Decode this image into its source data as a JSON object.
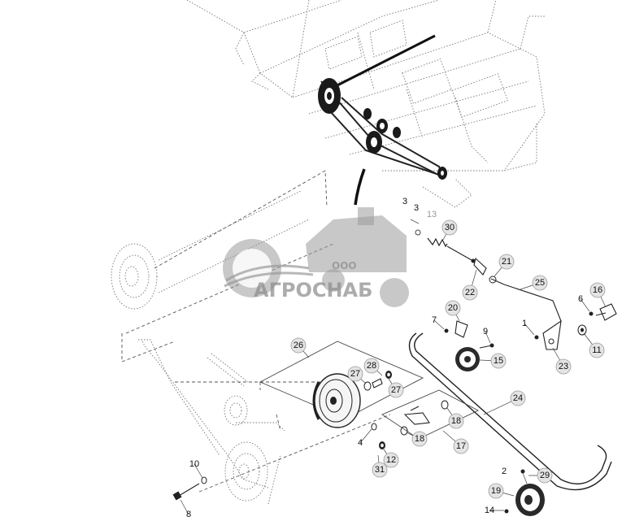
{
  "watermark": {
    "company_prefix": "ООО",
    "company_name": "АГРОСНАБ"
  },
  "callouts": [
    {
      "id": "c30",
      "label": "30"
    },
    {
      "id": "c21",
      "label": "21"
    },
    {
      "id": "c22",
      "label": "22"
    },
    {
      "id": "c25",
      "label": "25"
    },
    {
      "id": "c16",
      "label": "16"
    },
    {
      "id": "c20",
      "label": "20"
    },
    {
      "id": "c7",
      "label": "7"
    },
    {
      "id": "c1",
      "label": "1"
    },
    {
      "id": "c6",
      "label": "6"
    },
    {
      "id": "c9",
      "label": "9"
    },
    {
      "id": "c11",
      "label": "11"
    },
    {
      "id": "c26",
      "label": "26"
    },
    {
      "id": "c15",
      "label": "15"
    },
    {
      "id": "c23",
      "label": "23"
    },
    {
      "id": "c28",
      "label": "28"
    },
    {
      "id": "c27a",
      "label": "27"
    },
    {
      "id": "c27b",
      "label": "27"
    },
    {
      "id": "c24",
      "label": "24"
    },
    {
      "id": "c18a",
      "label": "18"
    },
    {
      "id": "c18b",
      "label": "18"
    },
    {
      "id": "c17",
      "label": "17"
    },
    {
      "id": "c4",
      "label": "4"
    },
    {
      "id": "c12",
      "label": "12"
    },
    {
      "id": "c31",
      "label": "31"
    },
    {
      "id": "c10",
      "label": "10"
    },
    {
      "id": "c8",
      "label": "8"
    },
    {
      "id": "c2",
      "label": "2"
    },
    {
      "id": "c29",
      "label": "29"
    },
    {
      "id": "c19",
      "label": "19"
    },
    {
      "id": "c14",
      "label": "14"
    }
  ],
  "plain_labels": [
    {
      "id": "p3",
      "label": "3"
    },
    {
      "id": "p3b",
      "label": "3"
    },
    {
      "id": "p13",
      "label": "13"
    }
  ]
}
